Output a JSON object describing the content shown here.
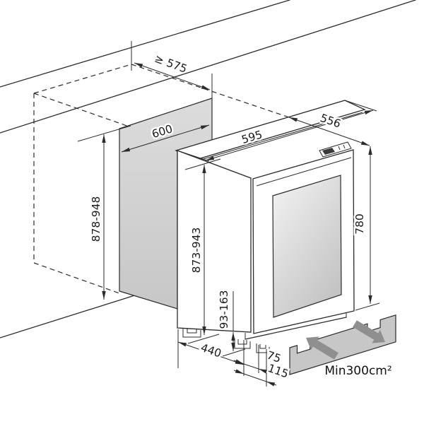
{
  "labels": {
    "niche_depth": "≥ 575",
    "niche_width": "600",
    "niche_height": "878-948",
    "unit_height": "873-943",
    "foot_height": "93-163",
    "unit_width": "595",
    "unit_depth": "556",
    "door_height": "780",
    "bottom_depth_back": "440",
    "bottom_depth_vent": "75",
    "bottom_depth_front": "115",
    "ventilation_area": "Min300cm²"
  },
  "colors": {
    "line": "#2b2b2b",
    "text": "#1a1a1a",
    "niche_panel": "#dcdcdc",
    "niche_panel_dark": "#c7c7c7",
    "glass_light": "#f4f4f4",
    "glass_dark": "#c3c3c3",
    "vent_grille": "#c7c7c7",
    "airflow_arrow": "#8f8f8f",
    "background": "#ffffff"
  }
}
